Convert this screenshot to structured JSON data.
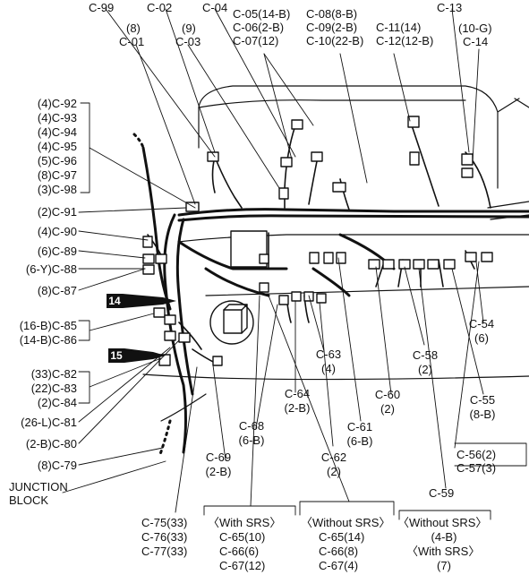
{
  "top_labels": {
    "c99": "C-99",
    "c02": "C-02",
    "c04": "C-04",
    "c01_pins": "(8)",
    "c01": "C-01",
    "c03_pins": "(9)",
    "c03": "C-03",
    "c05": "C-05(14-B)",
    "c06": "C-06(2-B)",
    "c07": "C-07(12)",
    "c08": "C-08(8-B)",
    "c09": "C-09(2-B)",
    "c10": "C-10(22-B)",
    "c11": "C-11(14)",
    "c12": "C-12(12-B)",
    "c13": "C-13",
    "c14_pins": "(10-G)",
    "c14": "C-14"
  },
  "left_labels": {
    "c92": "(4)C-92",
    "c93": "(4)C-93",
    "c94": "(4)C-94",
    "c95": "(4)C-95",
    "c96": "(5)C-96",
    "c97": "(8)C-97",
    "c98": "(3)C-98",
    "c91": "(2)C-91",
    "c90": "(4)C-90",
    "c89": "(6)C-89",
    "c88": "(6-Y)C-88",
    "c87": "(8)C-87",
    "c85": "(16-B)C-85",
    "c86": "(14-B)C-86",
    "c82": "(33)C-82",
    "c83": "(22)C-83",
    "c84": "(2)C-84",
    "c81": "(26-L)C-81",
    "c80": "(2-B)C-80",
    "c79": "(8)C-79",
    "junction_1": "JUNCTION",
    "junction_2": "BLOCK"
  },
  "badges": {
    "b14": "14",
    "b15": "15"
  },
  "middle_labels": {
    "c63": "C-63",
    "c63_pins": "(4)",
    "c64": "C-64",
    "c64_pins": "(2-B)",
    "c68": "C-68",
    "c68_pins": "(6-B)",
    "c69": "C-69",
    "c69_pins": "(2-B)",
    "c62": "C-62",
    "c62_pins": "(2)",
    "c61": "C-61",
    "c61_pins": "(6-B)",
    "c60": "C-60",
    "c60_pins": "(2)",
    "c58": "C-58",
    "c58_pins": "(2)",
    "c54": "C-54",
    "c54_pins": "(6)",
    "c55": "C-55",
    "c55_pins": "(8-B)",
    "c56": "C-56(2)",
    "c57": "C-57(3)",
    "c59": "C-59"
  },
  "bottom_labels": {
    "c75": "C-75(33)",
    "c76": "C-76(33)",
    "c77": "C-77(33)",
    "with_srs": "〈With SRS〉",
    "ws_c65": "C-65(10)",
    "ws_c66": "C-66(6)",
    "ws_c67": "C-67(12)",
    "without_srs": "〈Without SRS〉",
    "wo_c65": "C-65(14)",
    "wo_c66": "C-66(8)",
    "wo_c67": "C-67(4)",
    "c59_without": "〈Without SRS〉",
    "c59_without_pins": "(4-B)",
    "c59_with": "〈With SRS〉",
    "c59_with_pins": "(7)"
  }
}
